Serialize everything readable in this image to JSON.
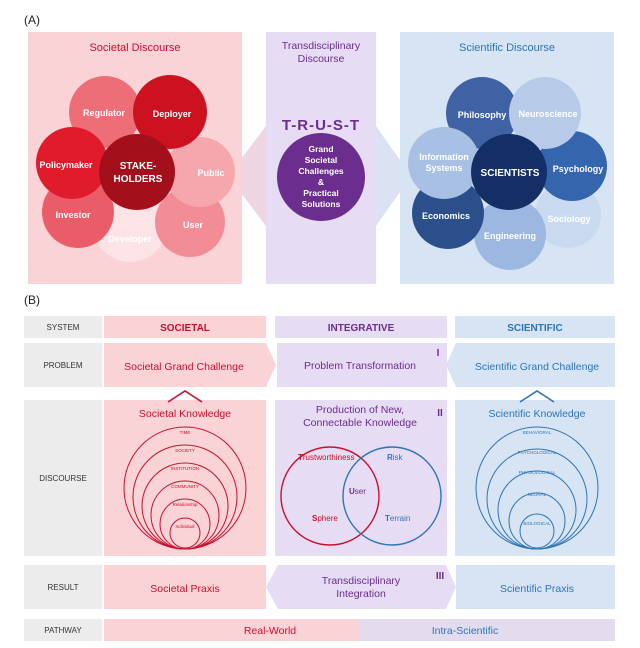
{
  "panel_a": {
    "label": "(A)",
    "societal": {
      "title": "Societal Discourse",
      "center": [
        "STAKE-",
        "HOLDERS"
      ],
      "petals": [
        "Regulator",
        "Deployer",
        "Public",
        "User",
        "Developer",
        "Investor",
        "Policymaker"
      ]
    },
    "transdisciplinary": {
      "title": [
        "Transdisciplinary",
        "Discourse"
      ],
      "trust": "T-R-U-S-T",
      "center": [
        "Grand",
        "Societal",
        "Challenges",
        "&",
        "Practical",
        "Solutions"
      ]
    },
    "scientific": {
      "title": "Scientific Discourse",
      "center": "SCIENTISTS",
      "petals": [
        "Philosophy",
        "Neuroscience",
        "Psychology",
        "Sociology",
        "Engineering",
        "Economics"
      ],
      "petal_info": [
        "Information",
        "Systems"
      ]
    }
  },
  "panel_b": {
    "label": "(B)",
    "rows": [
      "SYSTEM",
      "PROBLEM",
      "DISCOURSE",
      "RESULT",
      "PATHWAY"
    ],
    "system": {
      "societal": "SOCIETAL",
      "integrative": "INTEGRATIVE",
      "scientific": "SCIENTIFIC"
    },
    "problem": {
      "societal": "Societal Grand Challenge",
      "integrative": "Problem Transformation",
      "scientific": "Scientific Grand Challenge",
      "roman": "I"
    },
    "discourse": {
      "societal_title": "Societal Knowledge",
      "integrative_title": [
        "Production of New,",
        "Connectable Knowledge"
      ],
      "scientific_title": "Scientific Knowledge",
      "roman": "II",
      "societal_levels": [
        "TIME",
        "SOCIETY",
        "INSTITUTION",
        "COMMUNITY",
        "Relationship",
        "Individual"
      ],
      "scientific_levels": [
        "BEHAVIORAL",
        "PSYCHOLOGICAL",
        "PHYSIOLOGICAL",
        "NEURAL",
        "BIOLOGICAL"
      ],
      "venn": {
        "trust_initial": "T",
        "trust_rest": "rustworthiness",
        "risk_initial": "R",
        "risk_rest": "isk",
        "user_initial": "U",
        "user_rest": "ser",
        "sphere_initial": "S",
        "sphere_rest": "phere",
        "terrain_initial": "T",
        "terrain_rest": "errain"
      }
    },
    "result": {
      "societal": "Societal Praxis",
      "integrative": [
        "Transdisciplinary",
        "Integration"
      ],
      "scientific": "Scientific Praxis",
      "roman": "III"
    },
    "pathway": {
      "left": "Real-World",
      "right": "Intra-Scientific"
    }
  },
  "colors": {
    "societal_bg": "#f9d3d6",
    "integrative_bg": "#e6dcf3",
    "scientific_bg": "#d6e4f3",
    "red_dark": "#c8102e",
    "purple_dark": "#6b2d8e",
    "blue_dark": "#1f4e79",
    "row_label_bg": "#ececec"
  }
}
